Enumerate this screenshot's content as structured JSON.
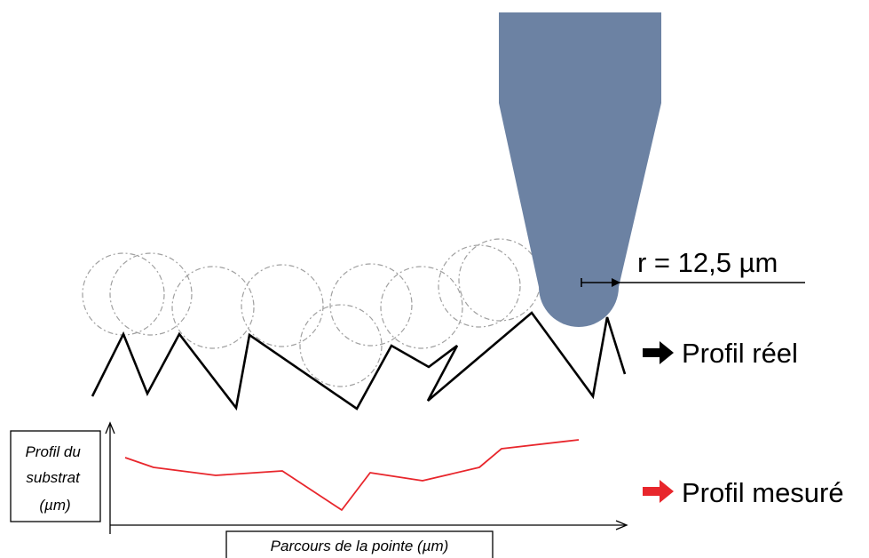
{
  "tip": {
    "color": "#6c82a3",
    "radius_label": "r = 12,5 µm"
  },
  "legend": {
    "real_profile_label": "Profil réel",
    "real_profile_color": "#000000",
    "measured_profile_label": "Profil mesuré",
    "measured_profile_color": "#e8262c"
  },
  "axes": {
    "ylabel_lines": [
      "Profil du",
      "substrat",
      "(µm)"
    ],
    "xlabel": "Parcours de la pointe (µm)"
  },
  "circle_color": "#a0a0a0"
}
